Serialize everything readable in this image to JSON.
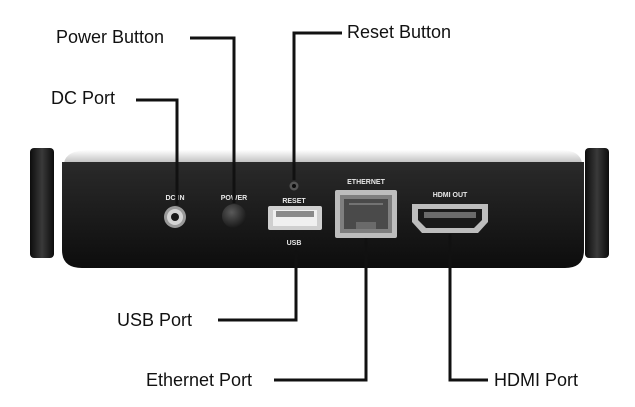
{
  "callouts": {
    "power_button": "Power Button",
    "reset_button": "Reset Button",
    "dc_port": "DC Port",
    "usb_port": "USB Port",
    "ethernet_port": "Ethernet Port",
    "hdmi_port": "HDMI Port"
  },
  "device_labels": {
    "dc_in": "DC IN",
    "power": "POWER",
    "reset": "RESET",
    "usb": "USB",
    "ethernet": "ETHERNET",
    "hdmi_out": "HDMI OUT"
  },
  "colors": {
    "device_body": "#1b1b1b",
    "device_top": "#e9e9e9",
    "leader_line": "#111111",
    "port_silver": "#c9c9c9"
  }
}
